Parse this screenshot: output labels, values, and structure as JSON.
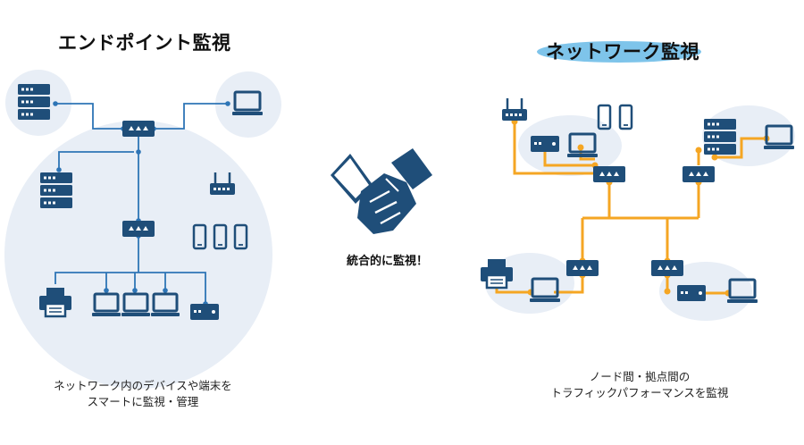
{
  "left": {
    "title": "エンドポイント監視",
    "caption_line1": "ネットワーク内のデバイスや端末を",
    "caption_line2": "スマートに監視・管理"
  },
  "center": {
    "label": "統合的に監視！",
    "icon": "handshake-icon"
  },
  "right": {
    "title": "ネットワーク監視",
    "caption_line1": "ノード間・拠点間の",
    "caption_line2": "トラフィックパフォーマンスを監視"
  },
  "colors": {
    "navy": "#1f4e79",
    "blue_line": "#2e75b6",
    "orange_line": "#f5a623",
    "bubble": "#e8eef6",
    "title_highlight": "#7ec4ea"
  }
}
